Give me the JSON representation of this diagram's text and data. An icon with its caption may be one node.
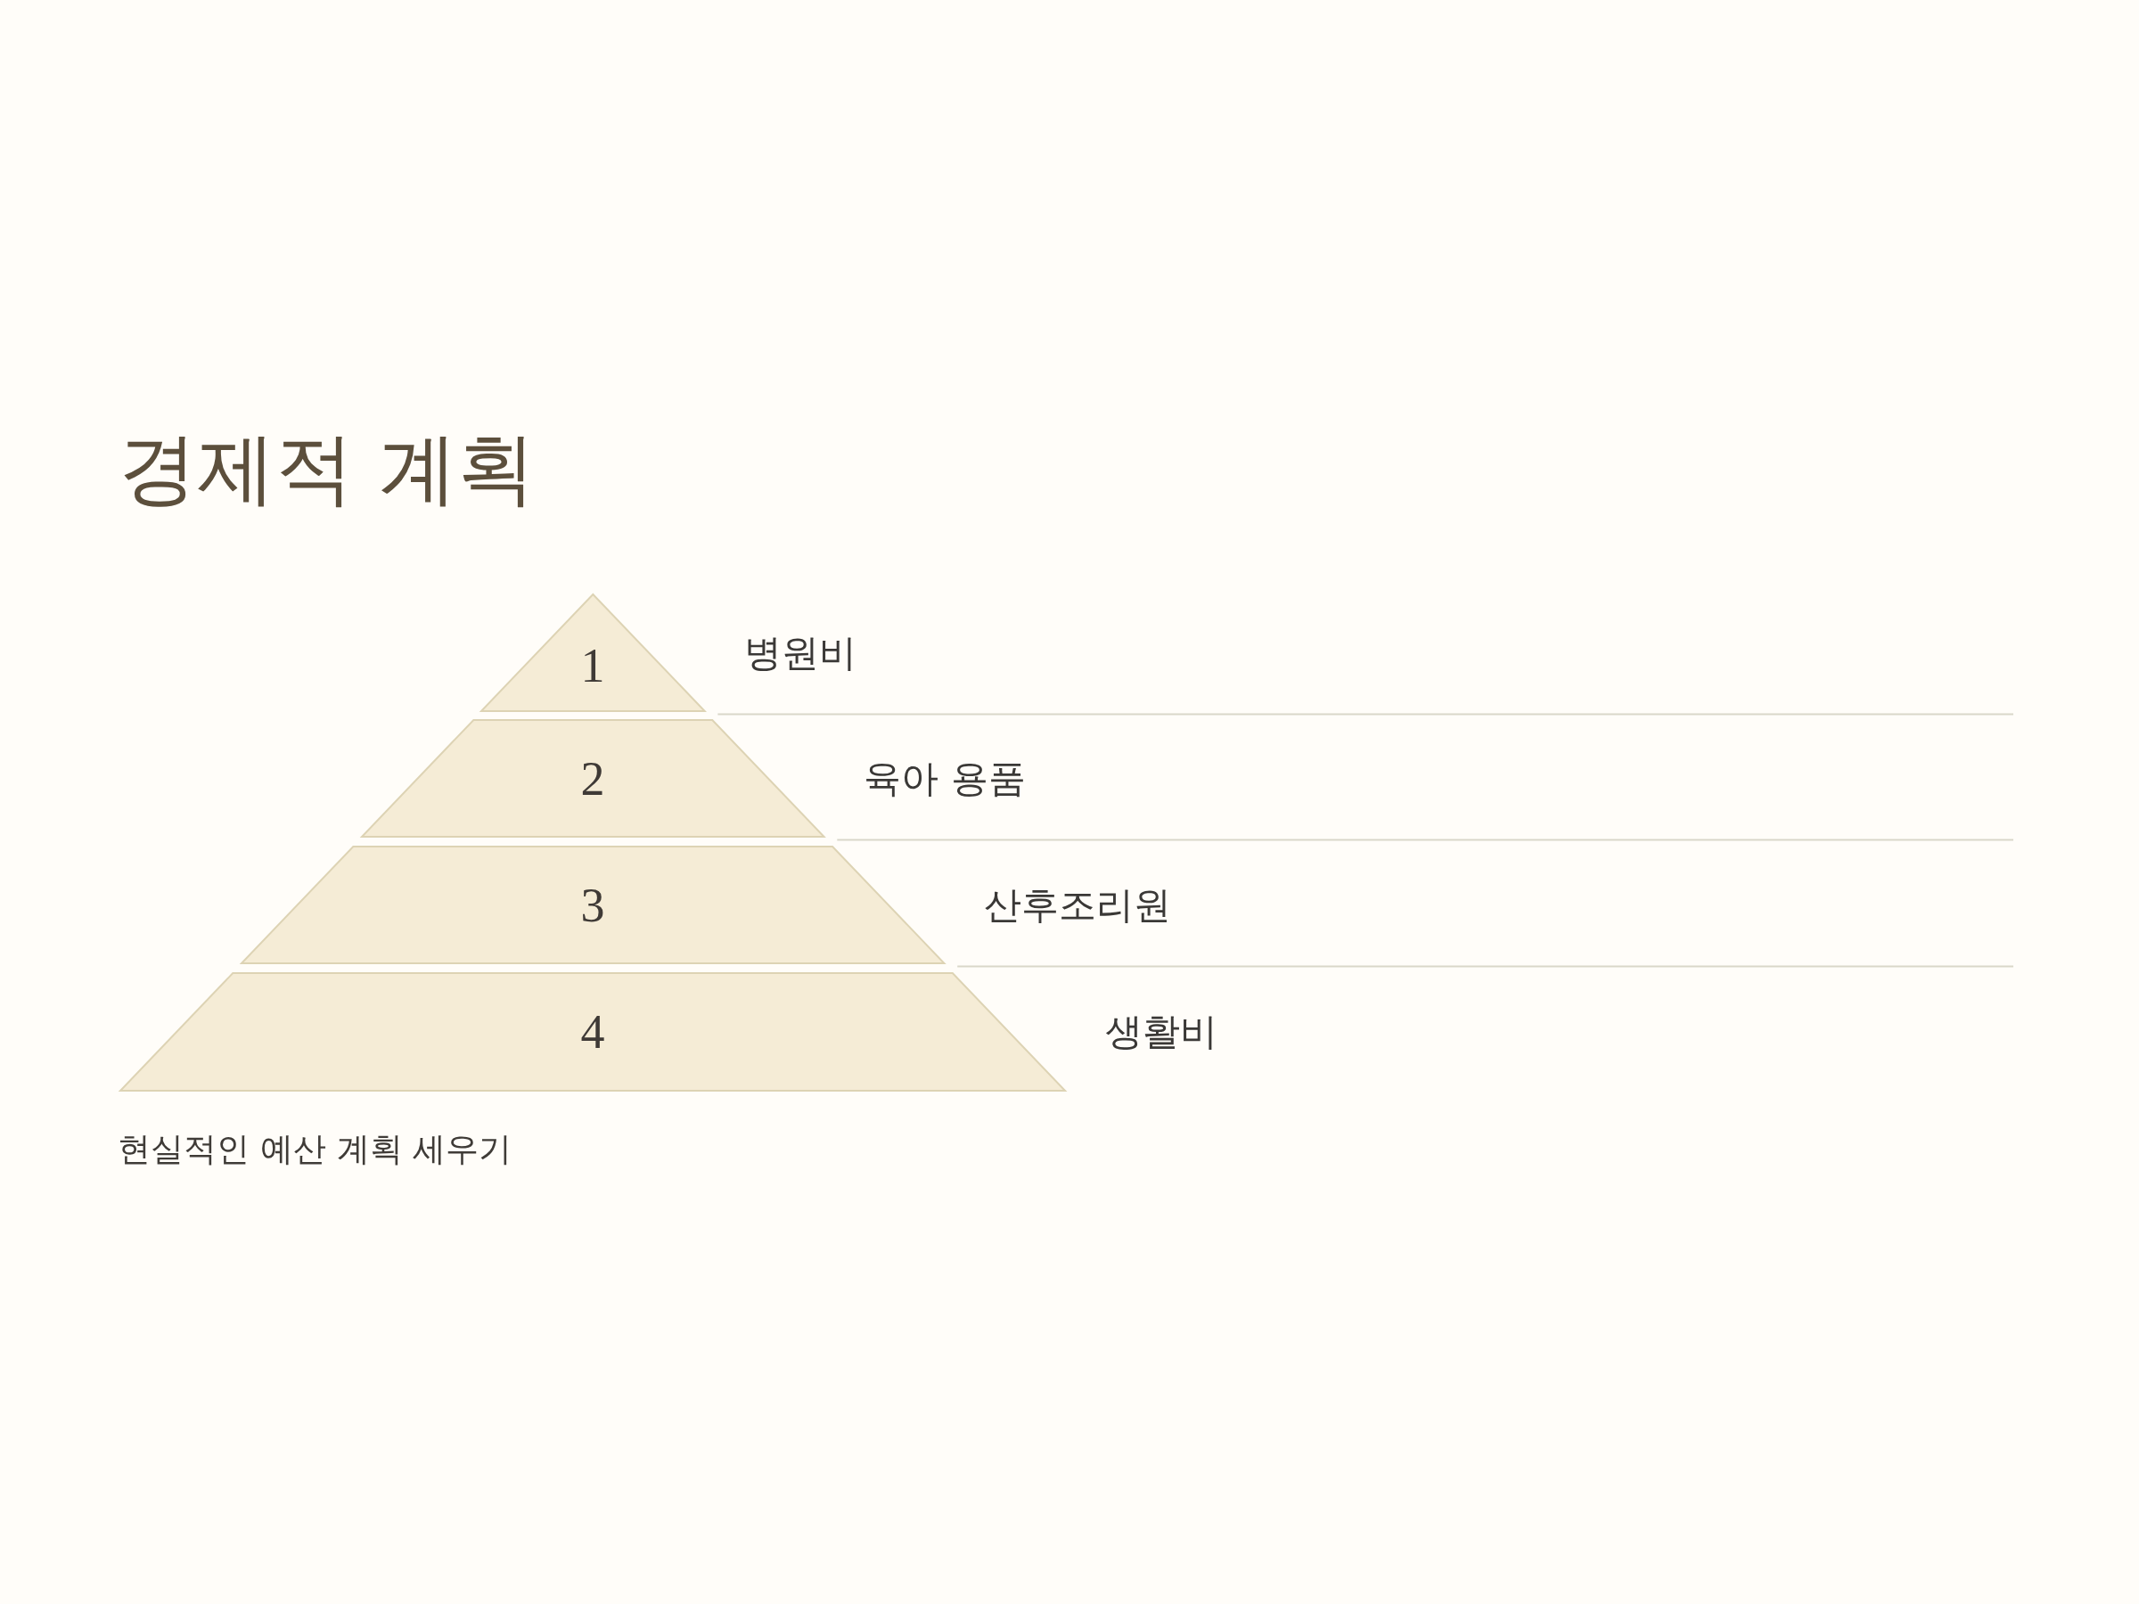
{
  "diagram": {
    "title": "경제적 계획",
    "caption": "현실적인 예산 계획 세우기",
    "nodes": [
      {
        "text": [
          "1"
        ],
        "beside": [
          "병원비"
        ]
      },
      {
        "text": [
          "2"
        ],
        "beside": [
          "육아 용품"
        ]
      },
      {
        "text": [
          "3"
        ],
        "beside": [
          "산후조리원"
        ]
      },
      {
        "text": [
          "4"
        ],
        "beside": [
          "생활비"
        ]
      }
    ]
  }
}
